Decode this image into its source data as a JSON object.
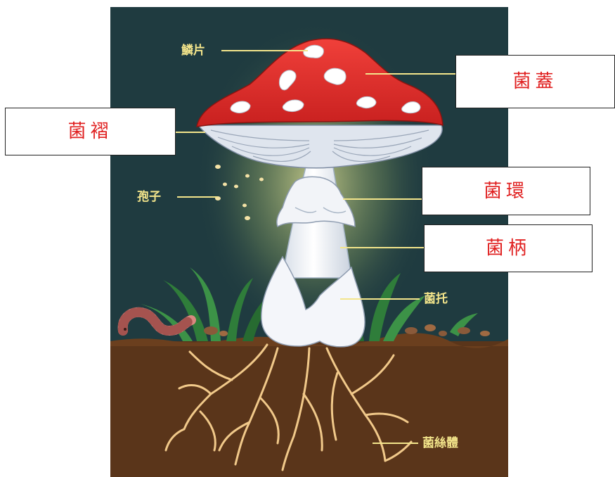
{
  "colors": {
    "background": "#1f3b40",
    "soil": "#5a351a",
    "cap_red": "#e3302f",
    "leader_line": "#f3e58b",
    "label_inner": "#f3e58b",
    "label_box_text": "#e02020"
  },
  "labels_inner": {
    "scales": "鱗片",
    "spores": "孢子",
    "volva": "菌托",
    "mycelium": "菌絲體"
  },
  "labels_boxes": {
    "cap": "菌蓋",
    "gills": "菌褶",
    "ring": "菌環",
    "stem": "菌柄"
  }
}
